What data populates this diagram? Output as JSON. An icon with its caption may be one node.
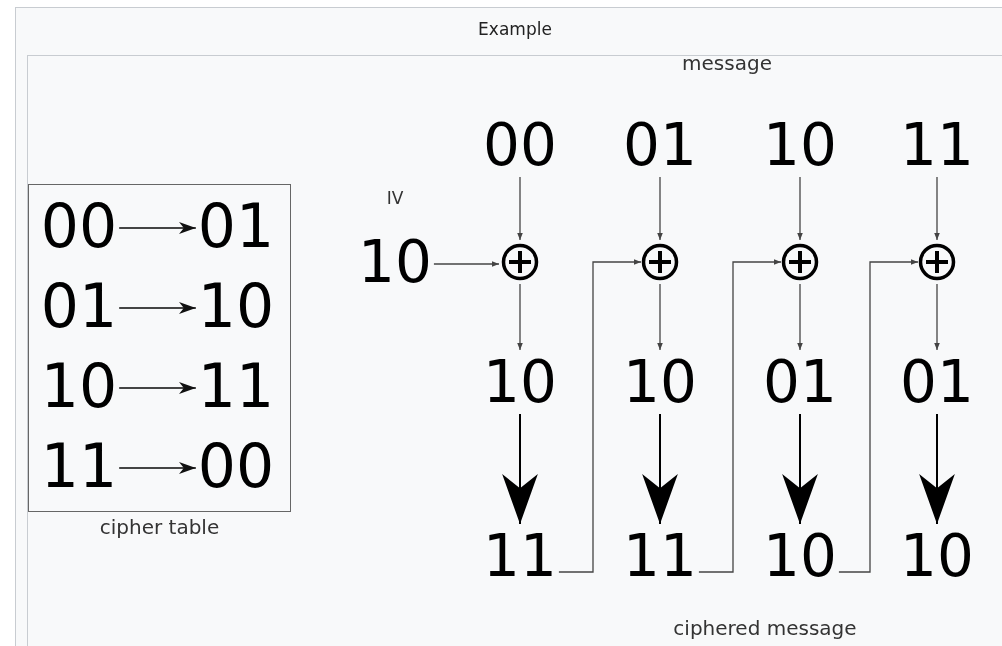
{
  "diagram": {
    "title": "Example",
    "nodes": [
      {
        "text": [
          "cipher table"
        ]
      },
      {
        "text": [
          "00"
        ],
        "in": 0
      },
      {
        "text": [
          "01"
        ],
        "in": 0
      },
      {
        "text": [
          "01"
        ],
        "in": 0
      },
      {
        "text": [
          "10"
        ],
        "in": 0
      },
      {
        "text": [
          "10"
        ],
        "in": 0
      },
      {
        "text": [
          "11"
        ],
        "in": 0
      },
      {
        "text": [
          "11"
        ],
        "in": 0
      },
      {
        "text": [
          "00"
        ],
        "in": 0
      },
      {
        "text": [
          "10"
        ],
        "beside": [
          "IV"
        ]
      },
      {
        "text": [
          "00"
        ]
      },
      {
        "text": [
          "01"
        ]
      },
      {
        "text": [
          "10"
        ]
      },
      {
        "text": [
          "11"
        ]
      },
      {
        "text": [],
        "shape": "circle"
      },
      {
        "text": [],
        "shape": "circle"
      },
      {
        "text": [],
        "shape": "circle"
      },
      {
        "text": [],
        "shape": "circle"
      },
      {
        "text": [
          "10"
        ]
      },
      {
        "text": [
          "10"
        ]
      },
      {
        "text": [
          "01"
        ]
      },
      {
        "text": [
          "01"
        ]
      },
      {
        "text": [
          "11"
        ]
      },
      {
        "text": [
          "11"
        ]
      },
      {
        "text": [
          "10"
        ]
      },
      {
        "text": [
          "10"
        ]
      }
    ],
    "edges": [
      {
        "from": 1,
        "to": 2,
        "arrow": "to"
      },
      {
        "from": 3,
        "to": 4,
        "arrow": "to"
      },
      {
        "from": 5,
        "to": 6,
        "arrow": "to"
      },
      {
        "from": 7,
        "to": 8,
        "arrow": "to"
      },
      {
        "from": 9,
        "to": 14,
        "arrow": "to"
      },
      {
        "from": 10,
        "to": 14,
        "arrow": "to"
      },
      {
        "from": 11,
        "to": 15,
        "arrow": "to"
      },
      {
        "from": 12,
        "to": 16,
        "arrow": "to"
      },
      {
        "from": 13,
        "to": 17,
        "arrow": "to"
      },
      {
        "from": 14,
        "to": 18,
        "arrow": "to"
      },
      {
        "from": 15,
        "to": 19,
        "arrow": "to"
      },
      {
        "from": 16,
        "to": 20,
        "arrow": "to"
      },
      {
        "from": 17,
        "to": 21,
        "arrow": "to"
      },
      {
        "from": 18,
        "to": 22,
        "arrow": "to"
      },
      {
        "from": 19,
        "to": 23,
        "arrow": "to"
      },
      {
        "from": 20,
        "to": 24,
        "arrow": "to"
      },
      {
        "from": 21,
        "to": 25,
        "arrow": "to"
      },
      {
        "from": 22,
        "to": 15,
        "arrow": "to"
      },
      {
        "from": 23,
        "to": 16,
        "arrow": "to"
      },
      {
        "from": 24,
        "to": 17,
        "arrow": "to"
      }
    ],
    "labels": [
      "message",
      "ciphered message"
    ]
  }
}
